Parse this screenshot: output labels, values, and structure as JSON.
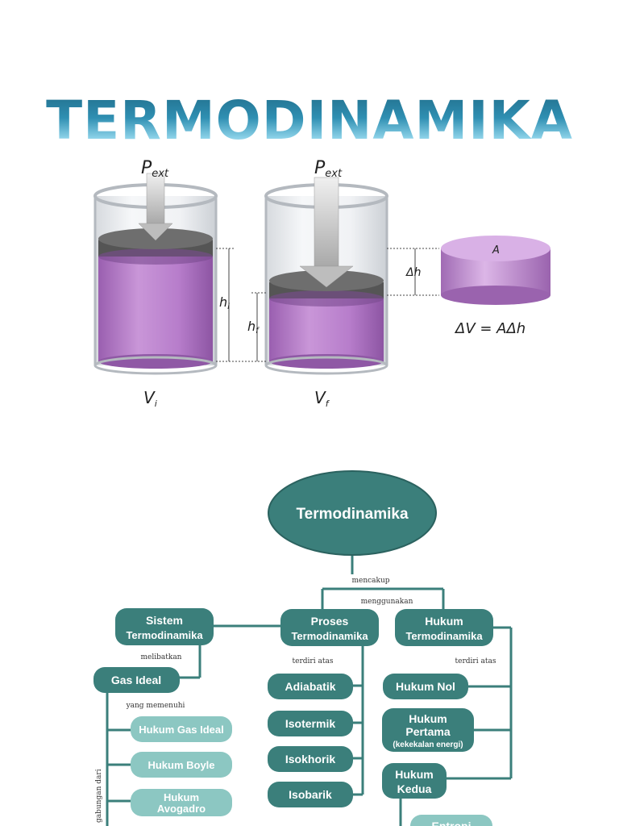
{
  "title": "TERMODINAMIKA",
  "illustration": {
    "pext_left": {
      "main": "P",
      "sub": "ext"
    },
    "pext_right": {
      "main": "P",
      "sub": "ext"
    },
    "h_i": {
      "main": "h",
      "sub": "i"
    },
    "h_f": {
      "main": "h",
      "sub": "f"
    },
    "v_i": {
      "main": "V",
      "sub": "i"
    },
    "v_f": {
      "main": "V",
      "sub": "f"
    },
    "delta_h": "Δh",
    "area_label": "A",
    "formula": "ΔV = AΔh"
  },
  "concept_map": {
    "root": "Termodinamika",
    "link_mencakup": "mencakup",
    "link_menggunakan": "menggunakan",
    "sistem": [
      "Sistem",
      "Termodinamika"
    ],
    "proses": [
      "Proses",
      "Termodinamika"
    ],
    "hukum": [
      "Hukum",
      "Termodinamika"
    ],
    "link_melibatkan": "melibatkan",
    "gas_ideal": "Gas Ideal",
    "link_yang_memenuhi": "yang memenuhi",
    "hukum_gas_ideal": "Hukum Gas Ideal",
    "hukum_boyle": "Hukum Boyle",
    "hukum_avogadro": [
      "Hukum",
      "Avogadro"
    ],
    "link_gabungan_dari": "gabungan dari",
    "link_terdiri_atas_proses": "terdiri atas",
    "adiabatik": "Adiabatik",
    "isotermik": "Isotermik",
    "isokhorik": "Isokhorik",
    "isobarik": "Isobarik",
    "link_terdiri_atas_hukum": "terdiri atas",
    "hukum_nol": "Hukum Nol",
    "hukum_pertama": [
      "Hukum",
      "Pertama",
      "(kekekalan energi)"
    ],
    "hukum_kedua": [
      "Hukum",
      "Kedua"
    ],
    "entropi": "Entropi"
  },
  "colors": {
    "node_dark": "#3b7f7b",
    "node_light": "#8cc7c2",
    "connector": "#3b7f7b",
    "liquid": "#b27fc4",
    "piston": "#5a5a5a"
  }
}
